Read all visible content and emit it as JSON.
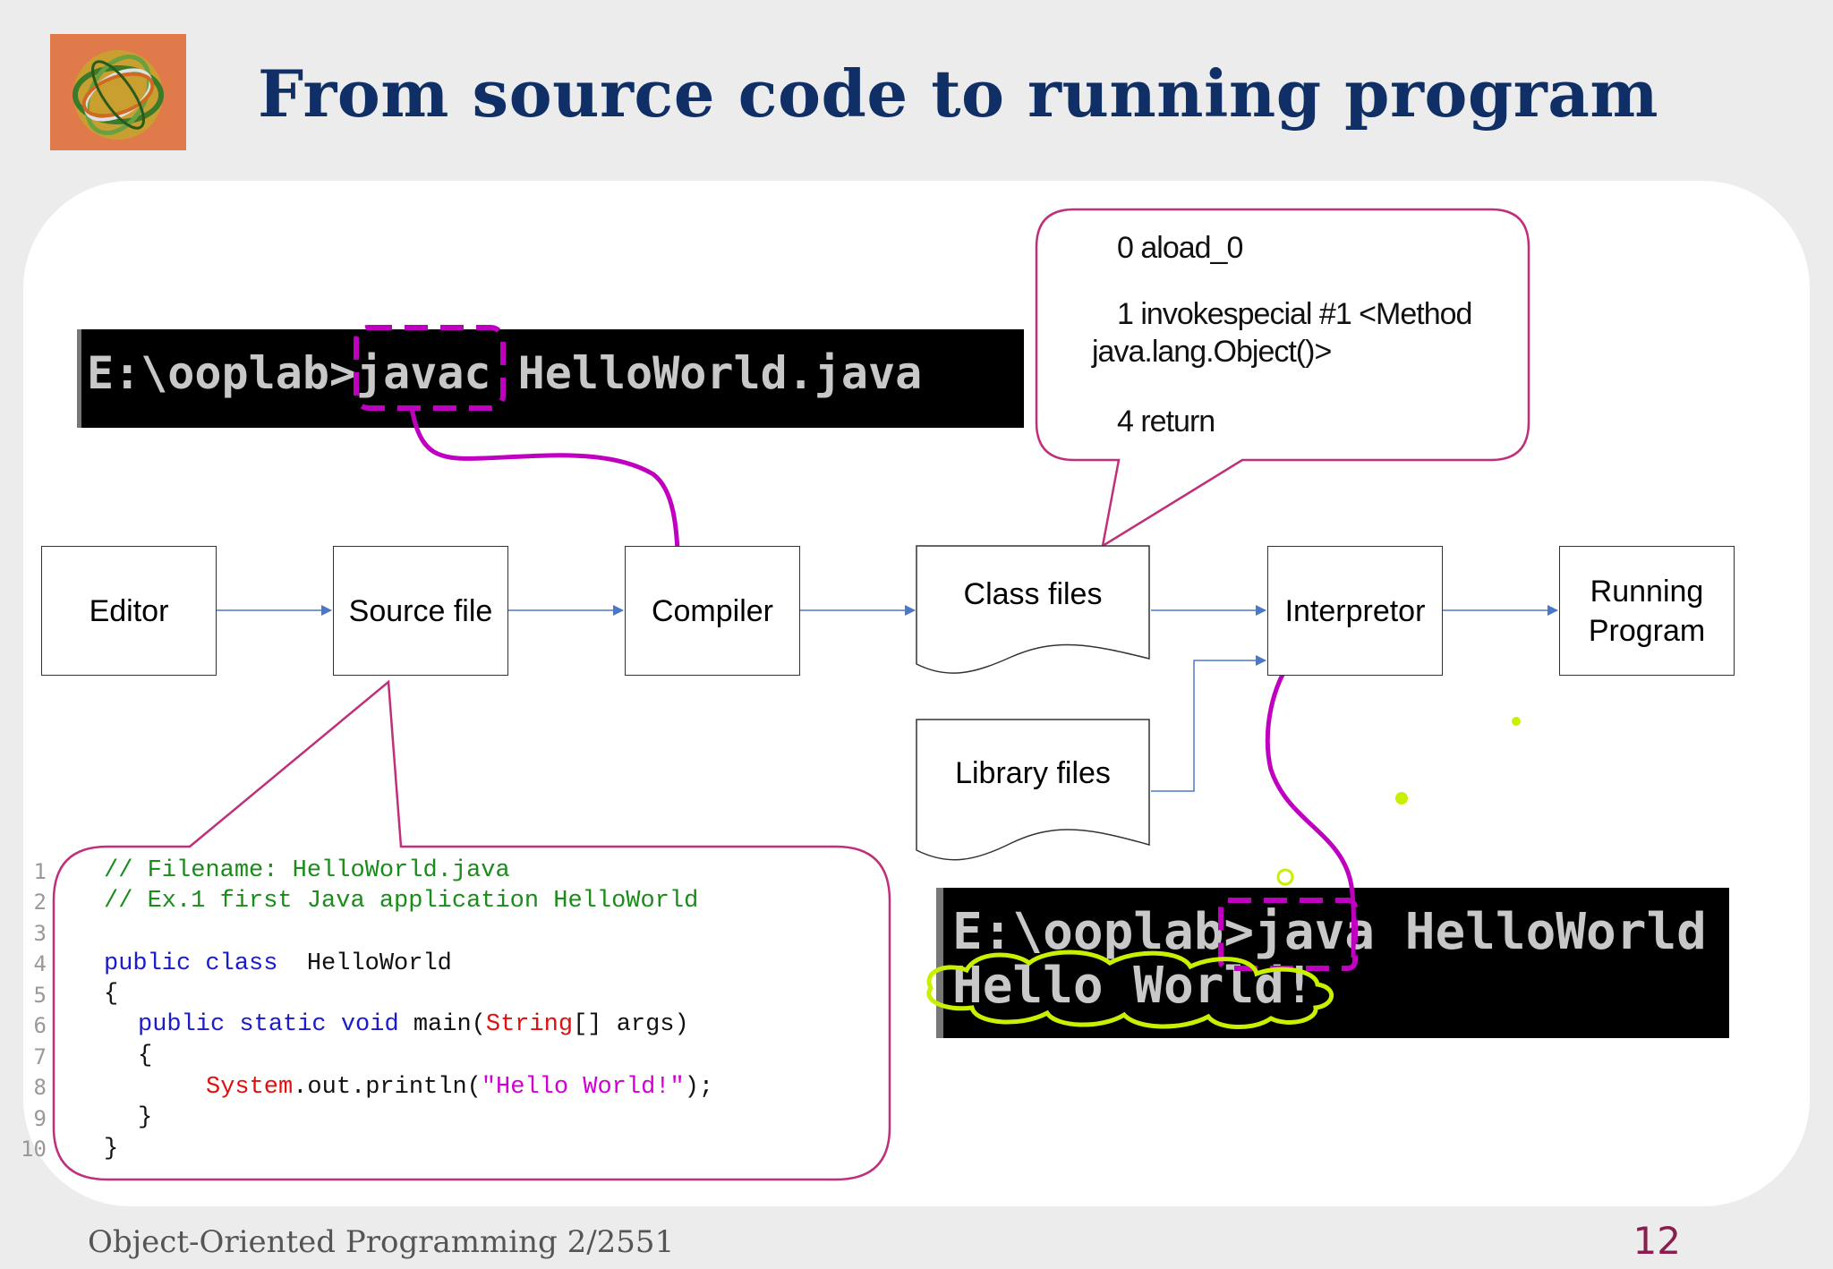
{
  "slide": {
    "title": "From source code to running program",
    "footer_left": "Object-Oriented Programming 2/2551",
    "page_number": "12"
  },
  "terminal_compile": {
    "command": "E:\\ooplab>javac HelloWorld.java"
  },
  "terminal_run": {
    "command": "E:\\ooplab>java HelloWorld",
    "output": "Hello World!"
  },
  "bytecode_callout": {
    "lines": [
      "0 aload_0",
      "1 invokespecial #1 <Method",
      "java.lang.Object()>",
      "4 return"
    ]
  },
  "flow": {
    "editor": "Editor",
    "source_file": "Source file",
    "compiler": "Compiler",
    "class_files": "Class files",
    "interpretor": "Interpretor",
    "running_program": "Running\nProgram",
    "library_files": "Library files"
  },
  "code": {
    "line_numbers": [
      "1",
      "2",
      "3",
      "4",
      "5",
      "6",
      "7",
      "8",
      "9",
      "10"
    ],
    "comment1": "// Filename: HelloWorld.java",
    "comment2": "// Ex.1 first Java application HelloWorld",
    "kw_public_class": "public class",
    "class_name": "HelloWorld",
    "brace_open": "{",
    "kw_main": "public static void",
    "main_name": "main(",
    "type_string": "String",
    "main_args": "[] args)",
    "inner_open": "{",
    "sys": "System",
    "println": ".out.println(",
    "literal": "\"Hello World!\"",
    "end_stmt": ");",
    "inner_close": "}",
    "brace_close": "}"
  },
  "colors": {
    "title": "#0f2f66",
    "highlight_magenta": "#c000c0",
    "callout_border": "#c0307a",
    "arrow": "#4a78c8",
    "yellow_green": "#c8f000",
    "comment_green": "#1a8c1a",
    "keyword_blue": "#1a1ad0",
    "type_red": "#e01010",
    "string_magenta": "#d000d0"
  }
}
